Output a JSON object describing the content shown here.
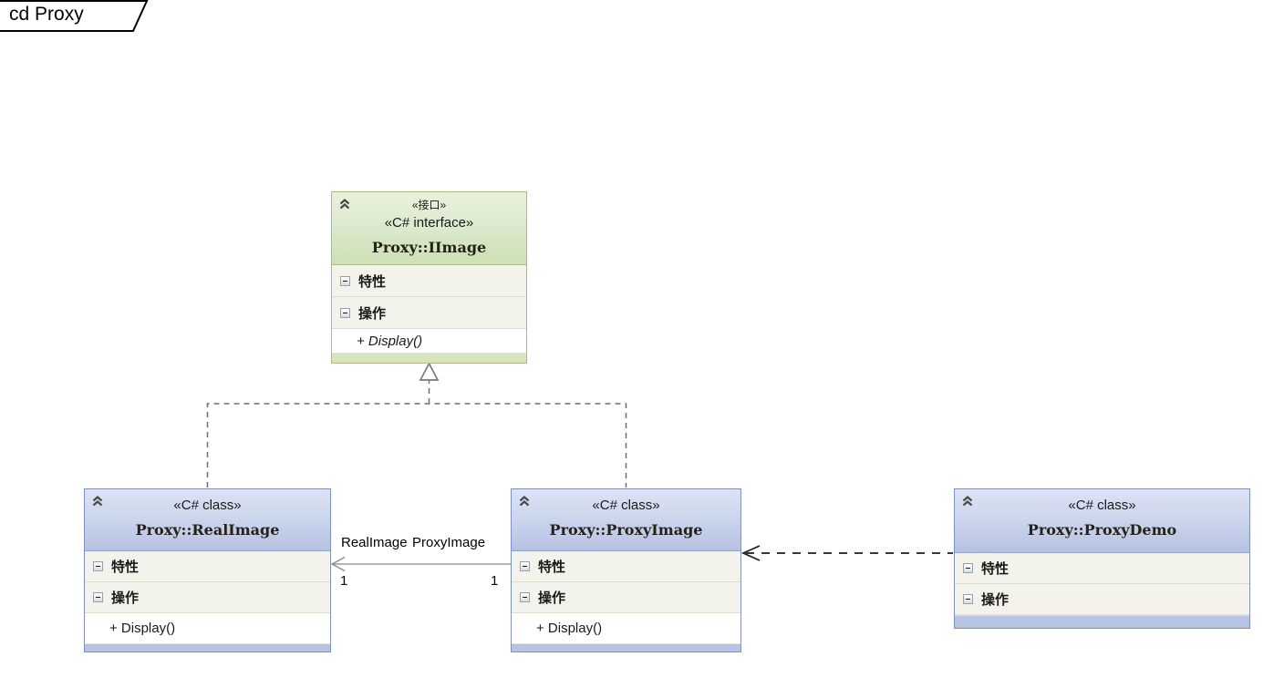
{
  "frame": {
    "title": "cd Proxy"
  },
  "boxes": {
    "iimage": {
      "kind": "interface",
      "stereotype_secondary": "«接口»",
      "stereotype": "«C# interface»",
      "name": "Proxy::IImage",
      "attributes_label": "特性",
      "operations_label": "操作",
      "operations": [
        "+ Display()"
      ]
    },
    "realimage": {
      "kind": "class",
      "stereotype": "«C# class»",
      "name": "Proxy::RealImage",
      "attributes_label": "特性",
      "operations_label": "操作",
      "operations": [
        "+ Display()"
      ]
    },
    "proxyimage": {
      "kind": "class",
      "stereotype": "«C# class»",
      "name": "Proxy::ProxyImage",
      "attributes_label": "特性",
      "operations_label": "操作",
      "operations": [
        "+ Display()"
      ]
    },
    "proxydemo": {
      "kind": "class",
      "stereotype": "«C# class»",
      "name": "Proxy::ProxyDemo",
      "attributes_label": "特性",
      "operations_label": "操作",
      "operations": []
    }
  },
  "connectors": {
    "realization": {
      "type": "realization",
      "from": [
        "Proxy::RealImage",
        "Proxy::ProxyImage"
      ],
      "to": "Proxy::IImage"
    },
    "association": {
      "type": "association",
      "from": "Proxy::ProxyImage",
      "to": "Proxy::RealImage",
      "target_role": "RealImage",
      "source_role": "ProxyImage",
      "target_multiplicity": "1",
      "source_multiplicity": "1"
    },
    "dependency": {
      "type": "dependency",
      "from": "Proxy::ProxyDemo",
      "to": "Proxy::ProxyImage"
    }
  },
  "icons": {
    "collapse": "chevron-double-up-icon",
    "section_toggle": "minus-box-icon"
  },
  "colors": {
    "class_header_top": "#dde3f4",
    "class_header_bottom": "#b5c2e2",
    "class_border": "#8091c1",
    "class_footer": "#b7c3e3",
    "interface_header_top": "#eaf1db",
    "interface_header_bottom": "#cde0b3",
    "interface_border": "#a9ba83",
    "interface_footer": "#d7e4c0",
    "section_bg": "#f3f3eb",
    "operation_bg": "#ffffff",
    "connector_gray": "#6f6f6f",
    "connector_black": "#1c1c1c"
  }
}
